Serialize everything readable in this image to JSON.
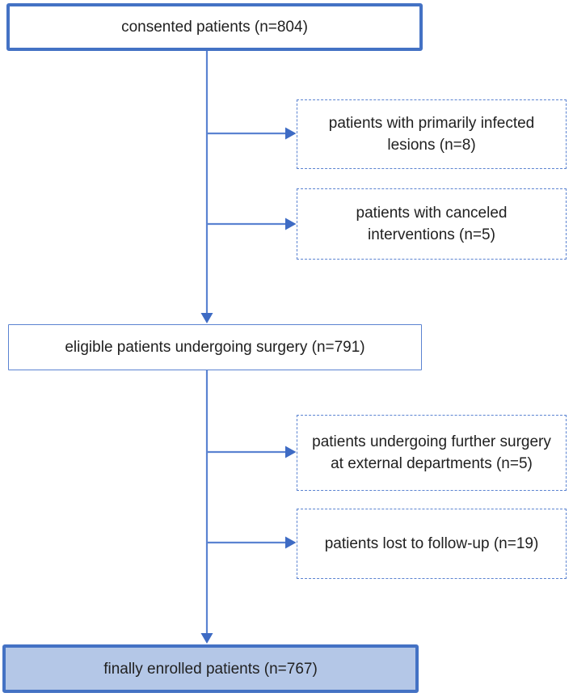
{
  "diagram": {
    "type": "flowchart",
    "title_hint": "patient enrollment flow",
    "nodes": {
      "consented": {
        "label": "consented patients (n=804)",
        "count": 804,
        "style": "solid-thick"
      },
      "excluded_infected": {
        "label": "patients with primarily infected\nlesions (n=8)",
        "count": 8,
        "style": "dashed"
      },
      "excluded_canceled": {
        "label": "patients with canceled\ninterventions (n=5)",
        "count": 5,
        "style": "dashed"
      },
      "eligible": {
        "label": "eligible patients undergoing surgery (n=791)",
        "count": 791,
        "style": "solid-thin"
      },
      "excluded_external": {
        "label": "patients undergoing further surgery\nat external departments (n=5)",
        "count": 5,
        "style": "dashed"
      },
      "excluded_lost": {
        "label": "patients lost to follow-up (n=19)",
        "count": 19,
        "style": "dashed"
      },
      "enrolled": {
        "label": "finally enrolled patients (n=767)",
        "count": 767,
        "style": "solid-thick-filled"
      }
    },
    "edges": [
      {
        "from": "consented",
        "to": "eligible",
        "kind": "vertical-arrow"
      },
      {
        "from": "consented-eligible-line",
        "to": "excluded_infected",
        "kind": "branch-arrow"
      },
      {
        "from": "consented-eligible-line",
        "to": "excluded_canceled",
        "kind": "branch-arrow"
      },
      {
        "from": "eligible",
        "to": "enrolled",
        "kind": "vertical-arrow"
      },
      {
        "from": "eligible-enrolled-line",
        "to": "excluded_external",
        "kind": "branch-arrow"
      },
      {
        "from": "eligible-enrolled-line",
        "to": "excluded_lost",
        "kind": "branch-arrow"
      }
    ],
    "colors": {
      "accent_border": "#4472C4",
      "connector_line": "#5B83D1",
      "arrowhead": "#3E6BC4",
      "enrolled_fill": "#B4C7E7",
      "text": "#212121",
      "background": "#FFFFFF"
    }
  }
}
